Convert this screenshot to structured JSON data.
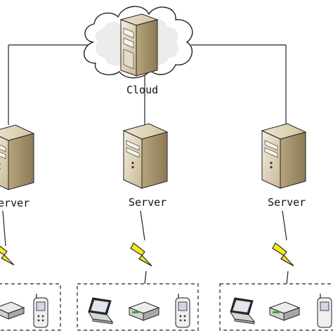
{
  "cloud": {
    "label": "Cloud"
  },
  "servers": [
    {
      "label": "Server"
    },
    {
      "label": "Server"
    },
    {
      "label": "Server"
    }
  ]
}
